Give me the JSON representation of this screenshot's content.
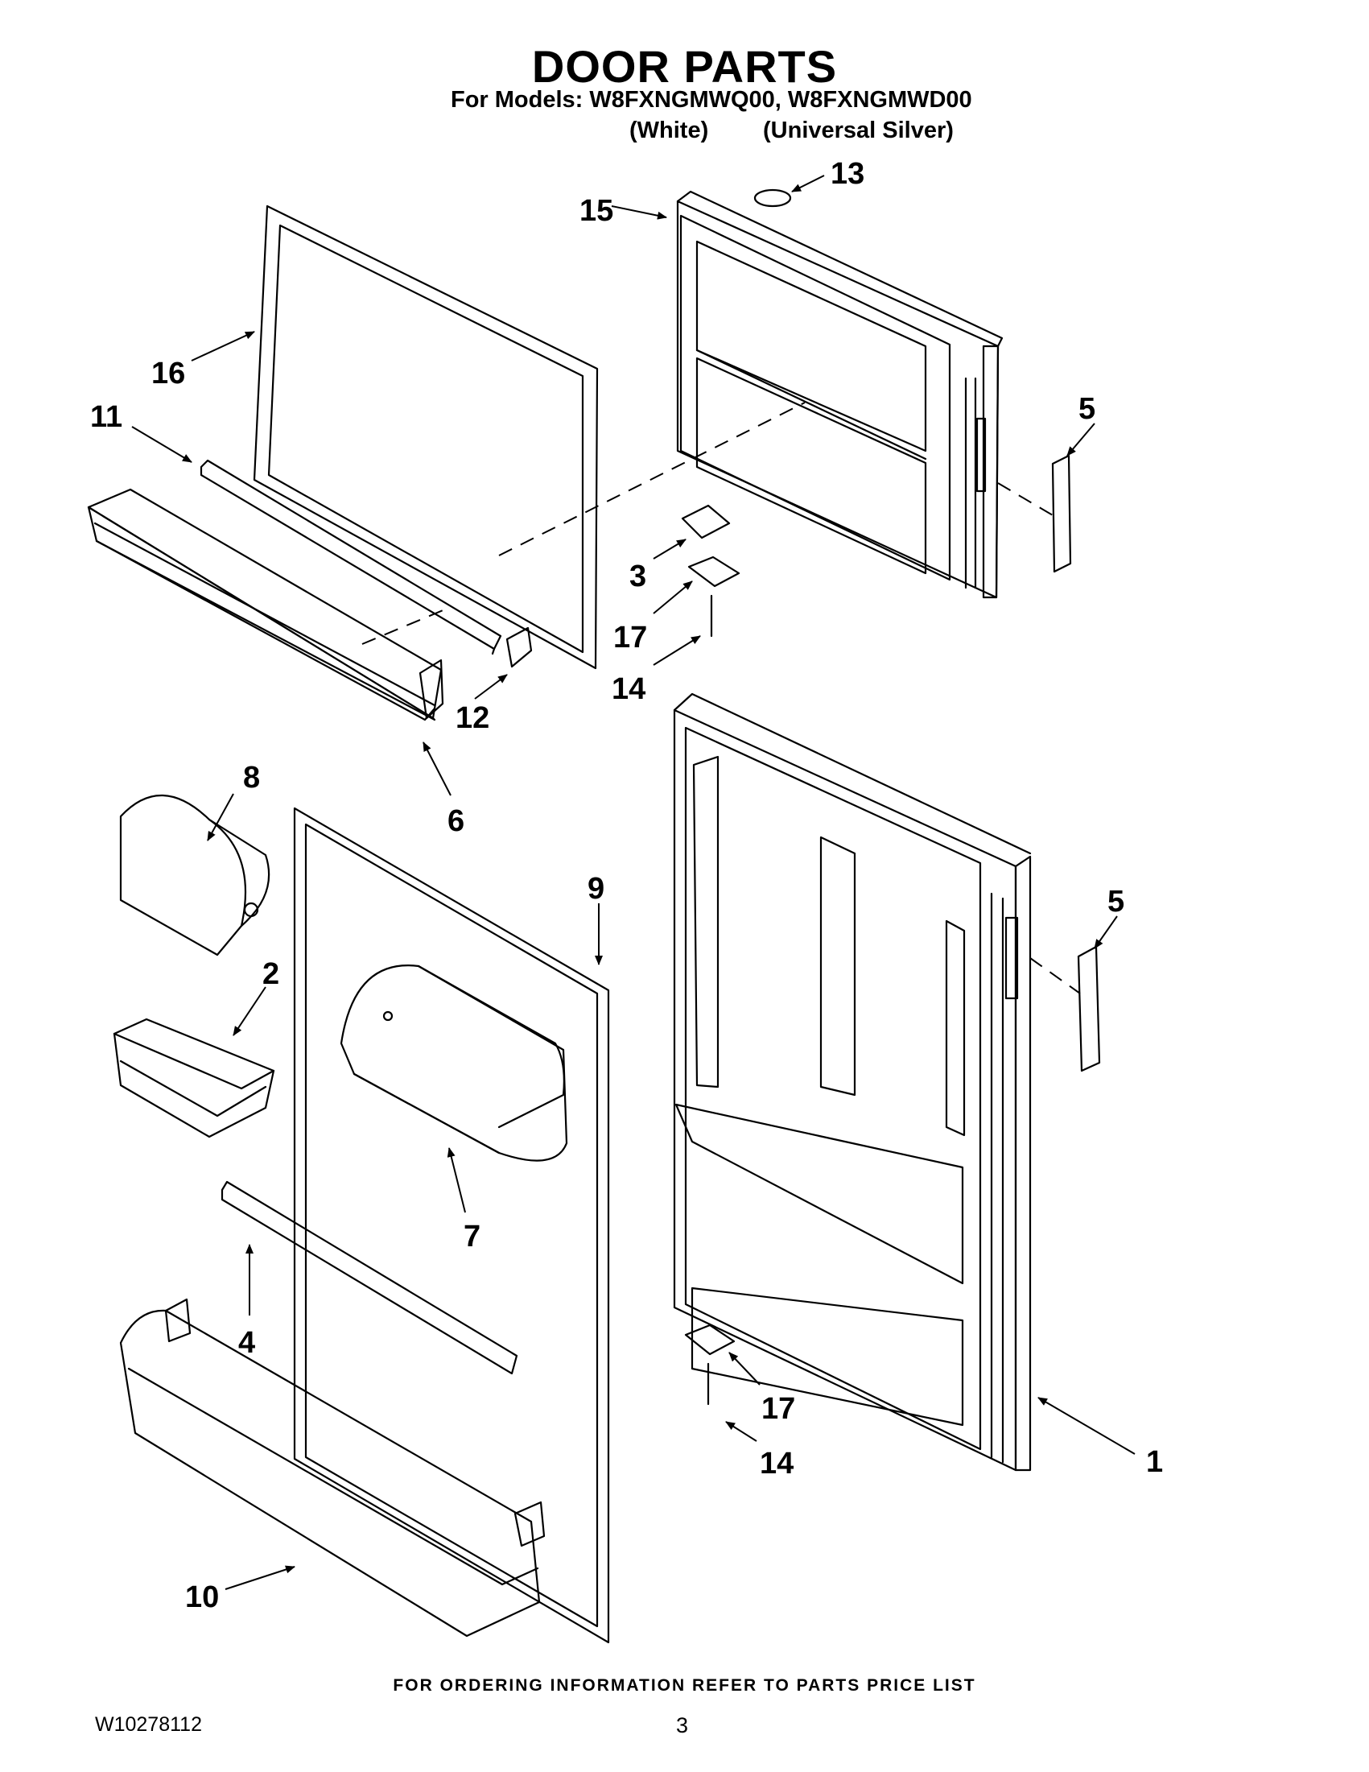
{
  "header": {
    "title": "DOOR PARTS",
    "models_line": "For Models: W8FXNGMWQ00, W8FXNGMWD00",
    "variant_white": "(White)",
    "variant_silver": "(Universal Silver)"
  },
  "callouts": {
    "c1": "1",
    "c2": "2",
    "c3": "3",
    "c4": "4",
    "c5a": "5",
    "c5b": "5",
    "c6": "6",
    "c7": "7",
    "c8": "8",
    "c9": "9",
    "c10": "10",
    "c11": "11",
    "c12": "12",
    "c13": "13",
    "c14a": "14",
    "c14b": "14",
    "c15": "15",
    "c16": "16",
    "c17a": "17",
    "c17b": "17"
  },
  "footer": {
    "ordering_note": "FOR ORDERING INFORMATION REFER TO PARTS PRICE LIST",
    "doc_number": "W10278112",
    "page_number": "3"
  }
}
